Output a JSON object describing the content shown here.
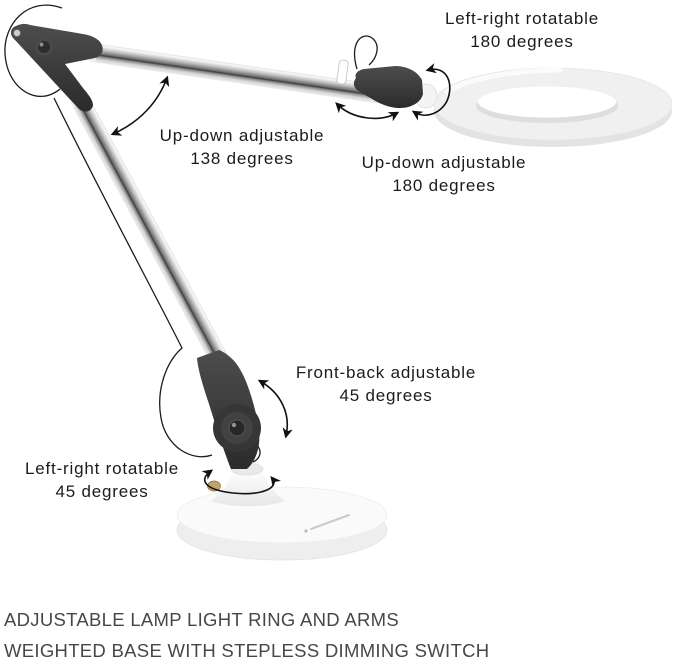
{
  "annotations": [
    {
      "id": "head-rotation",
      "line1": "Left-right rotatable",
      "line2": "180 degrees"
    },
    {
      "id": "elbow-adjust",
      "line1": "Up-down adjustable",
      "line2": "138 degrees"
    },
    {
      "id": "head-tilt",
      "line1": "Up-down adjustable",
      "line2": "180 degrees"
    },
    {
      "id": "base-tilt",
      "line1": "Front-back adjustable",
      "line2": "45 degrees"
    },
    {
      "id": "base-rotation",
      "line1": "Left-right rotatable",
      "line2": "45 degrees"
    }
  ],
  "caption": {
    "line1": "ADJUSTABLE LAMP LIGHT RING AND ARMS",
    "line2": "WEIGHTED BASE WITH STEPLESS DIMMING SWITCH"
  },
  "lamp": {
    "parts": [
      "ring-light",
      "upper-arm",
      "lower-arm",
      "elbow-joint",
      "head-joint",
      "base-joint",
      "weighted-base",
      "base-mount-cone",
      "dimmer-slider",
      "gold-knob",
      "power-cable"
    ],
    "colors": {
      "background": "#ffffff",
      "arm_silver": "#b5b5b5",
      "arm_dark_stripe": "#3c3c3c",
      "joint_dark": "#383838",
      "ring_light": "#f0f0f0",
      "base_white": "#fafafa",
      "knob_gold": "#c2a26a",
      "annotation_text": "#1b1b1b",
      "caption_text": "#474747",
      "arrow": "#111111"
    }
  }
}
